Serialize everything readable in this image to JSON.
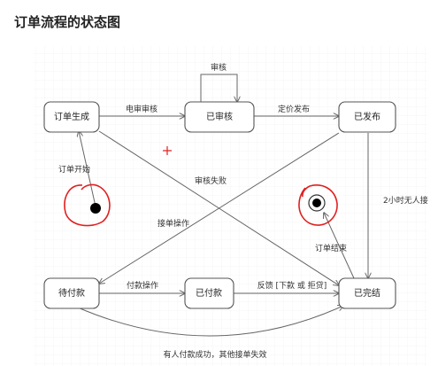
{
  "title": "订单流程的状态图",
  "states": {
    "order_created": "订单生成",
    "reviewed": "已审核",
    "published": "已发布",
    "pending_payment": "待付款",
    "paid": "已付款",
    "completed": "已完结"
  },
  "transitions": {
    "electronic_review": "电审审核",
    "review_loop": "审核",
    "pricing_publish": "定价发布",
    "review_failed": "审核失败",
    "order_start": "订单开始",
    "accept_order": "接单操作",
    "no_one_accepts": "2小时无人接",
    "order_end": "订单结束",
    "payment_operation": "付款操作",
    "feedback": "反馈 [下款 或 拒贷]",
    "someone_paid": "有人付款成功，其他接单失效"
  },
  "colors": {
    "state_fill": "#ffffff",
    "state_stroke": "#555555",
    "edge": "#666666",
    "annotation": "#e02020",
    "grid": "#eeeeee"
  }
}
